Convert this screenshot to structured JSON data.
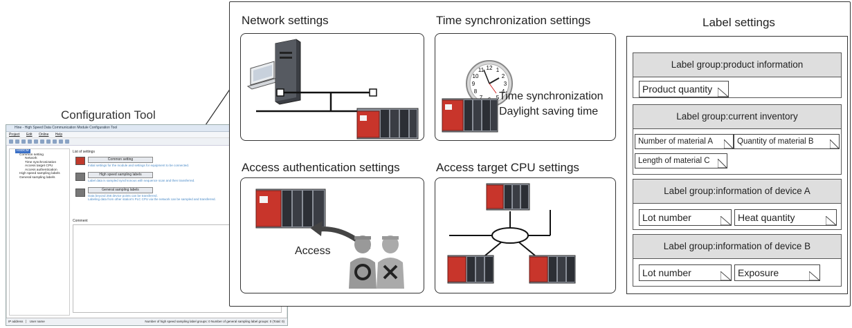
{
  "config_tool": {
    "caption": "Configuration Tool",
    "window_title": "Hine - High Speed Data Communication Module Configuration Tool",
    "menu": [
      "Project",
      "Edit",
      "Online",
      "Help"
    ],
    "tree": {
      "root": "HSDCM",
      "items": [
        "Common setting",
        "Network",
        "Time synchronization",
        "Access target CPU",
        "Access authentication",
        "High speed sampling labels",
        "General sampling labels"
      ]
    },
    "list_of_settings": "List of settings",
    "buttons": [
      {
        "label": "Common setting",
        "desc": "Initial settings for the module and settings for equipment to be connected."
      },
      {
        "label": "High speed sampling labels",
        "desc": "Label data is sampled synchronous with sequence scan and then transferred."
      },
      {
        "label": "General sampling labels",
        "desc": "Data beyond 256 device points can be transferred.\nLabeling data from other station's PLC CPU via the network can be sampled and transferred."
      }
    ],
    "comment_label": "Comment",
    "status": {
      "ip_address": "IP address",
      "user_name": "User name",
      "counts": "Number of high speed sampling label groups: 0   Number of general sampling label groups: 0   (Total: 0)"
    }
  },
  "sections": {
    "network": "Network settings",
    "time_sync": "Time synchronization settings",
    "access_auth": "Access authentication settings",
    "access_target": "Access target CPU settings",
    "label": "Label settings"
  },
  "time_sync_box": {
    "line1": "Time synchronization",
    "line2": "Daylight saving time",
    "clock_numbers": [
      "12",
      "1",
      "2",
      "3",
      "4",
      "5",
      "6",
      "7",
      "8",
      "9",
      "10",
      "11"
    ]
  },
  "access_box": {
    "access_text": "Access"
  },
  "label_groups": [
    {
      "title": "Label group:product information",
      "labels": [
        "Product quantity"
      ]
    },
    {
      "title": "Label group:current inventory",
      "labels": [
        "Number of material A",
        "Quantity of material B",
        "Length of material C"
      ]
    },
    {
      "title": "Label group:information of device A",
      "labels": [
        "Lot number",
        "Heat quantity"
      ]
    },
    {
      "title": "Label group:information of device B",
      "labels": [
        "Lot number",
        "Exposure"
      ]
    }
  ],
  "colors": {
    "plc_red": "#c8352b",
    "plc_gray": "#8a8f98",
    "group_header_bg": "#dedede",
    "tree_highlight": "#3a6fc6",
    "desc_text": "#4a8ac7"
  }
}
